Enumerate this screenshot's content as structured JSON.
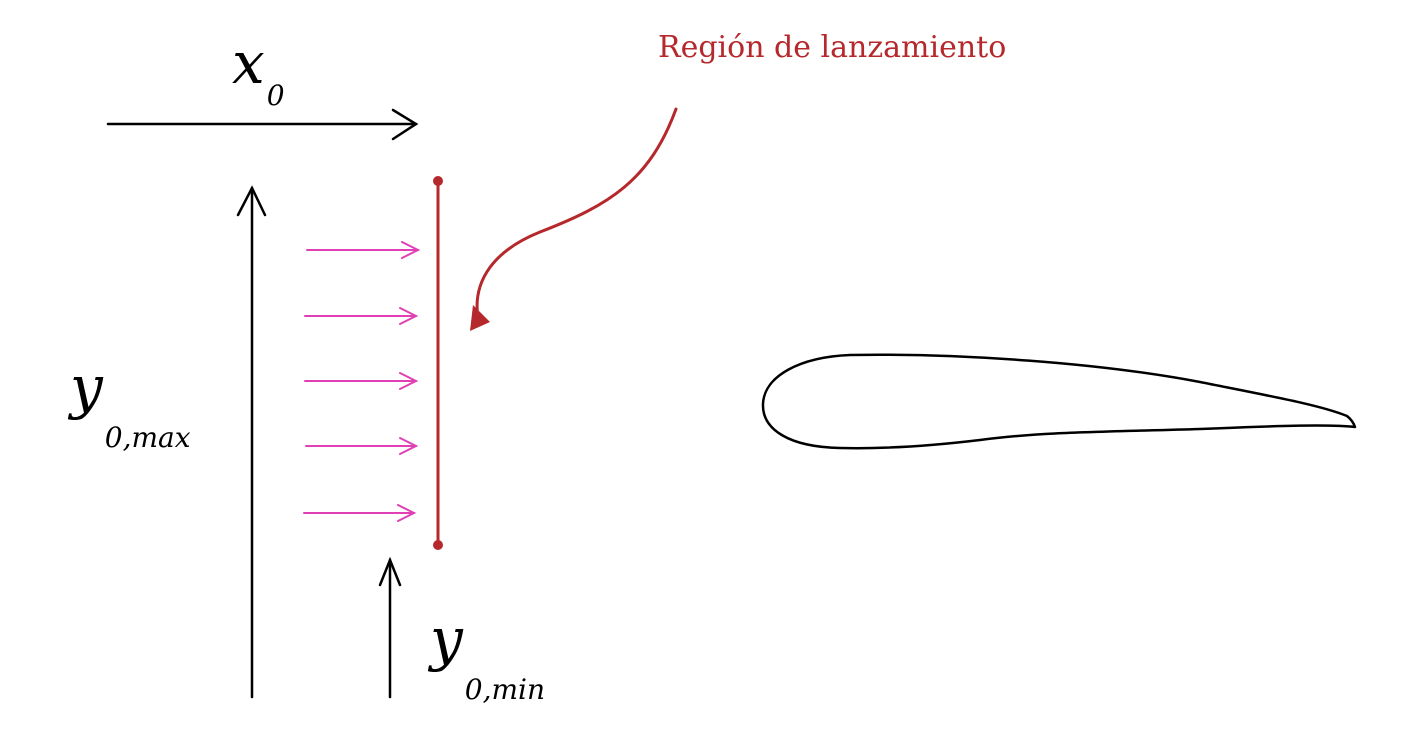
{
  "labels": {
    "x0": {
      "main": "x",
      "sub": "0"
    },
    "y0max": {
      "main": "y",
      "sub": "0,max"
    },
    "y0min": {
      "main": "y",
      "sub": "0,min"
    },
    "region": "Región de lanzamiento"
  },
  "colors": {
    "ink": "#000000",
    "region": "#b5282b",
    "flow": "#e040b4"
  }
}
